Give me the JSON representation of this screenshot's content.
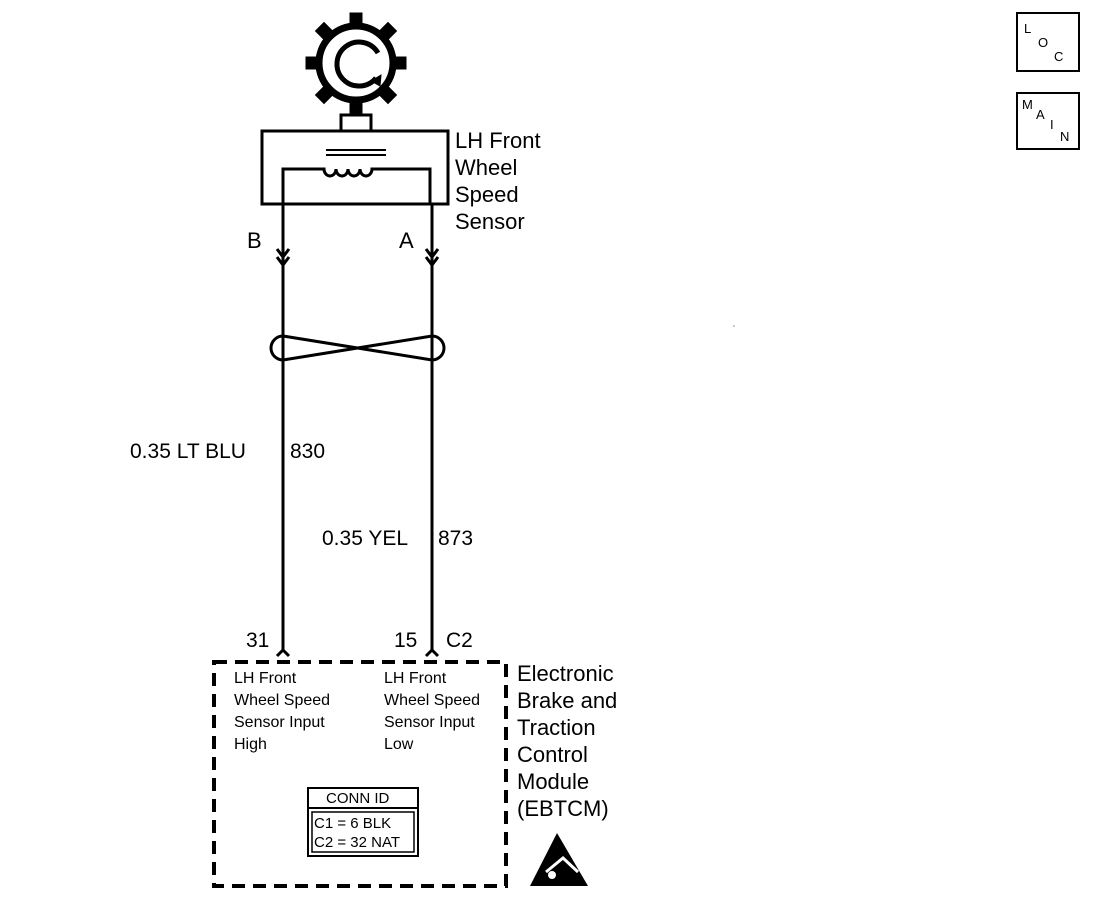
{
  "nav": {
    "loc": [
      "L",
      "O",
      "C"
    ],
    "main": [
      "M",
      "A",
      "I",
      "N"
    ]
  },
  "sensor": {
    "label_lines": [
      "LH Front",
      "Wheel",
      "Speed",
      "Sensor"
    ],
    "pin_b": "B",
    "pin_a": "A"
  },
  "wires": {
    "left": "0.35 LT BLU",
    "left_circuit": "830",
    "right": "0.35 YEL",
    "right_circuit": "873"
  },
  "module": {
    "pin_high": "31",
    "pin_low": "15",
    "connector": "C2",
    "input_high_lines": [
      "LH Front",
      "Wheel Speed",
      "Sensor Input",
      "High"
    ],
    "input_low_lines": [
      "LH Front",
      "Wheel Speed",
      "Sensor Input",
      "Low"
    ],
    "name_lines": [
      "Electronic",
      "Brake and",
      "Traction",
      "Control",
      "Module",
      "(EBTCM)"
    ],
    "conn_id_title": "CONN ID",
    "conn_id_rows": [
      "C1 = 6 BLK",
      "C2 = 32 NAT"
    ]
  },
  "esd_icon": "esd-warning-icon"
}
